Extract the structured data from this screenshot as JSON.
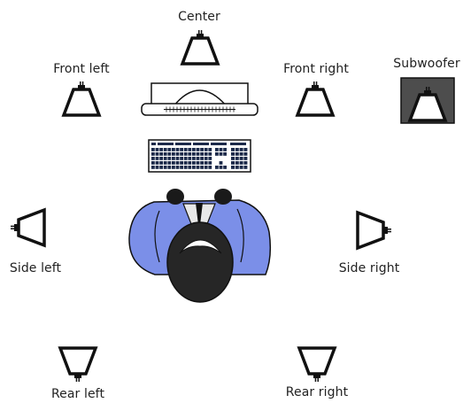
{
  "speakers": {
    "center": {
      "label": "Center"
    },
    "front_left": {
      "label": "Front left"
    },
    "front_right": {
      "label": "Front right"
    },
    "subwoofer": {
      "label": "Subwoofer"
    },
    "side_left": {
      "label": "Side left"
    },
    "side_right": {
      "label": "Side right"
    },
    "rear_left": {
      "label": "Rear left"
    },
    "rear_right": {
      "label": "Rear right"
    }
  },
  "colors": {
    "speaker": "#111111",
    "subwoofer_box": "#4d4d4d",
    "shirt": "#7b8fe8",
    "hair": "#262626",
    "keyboard": "#1c2a4a"
  },
  "icons": [
    "speaker-icon",
    "subwoofer-icon",
    "monitor-icon",
    "keyboard-icon",
    "listener-icon"
  ]
}
